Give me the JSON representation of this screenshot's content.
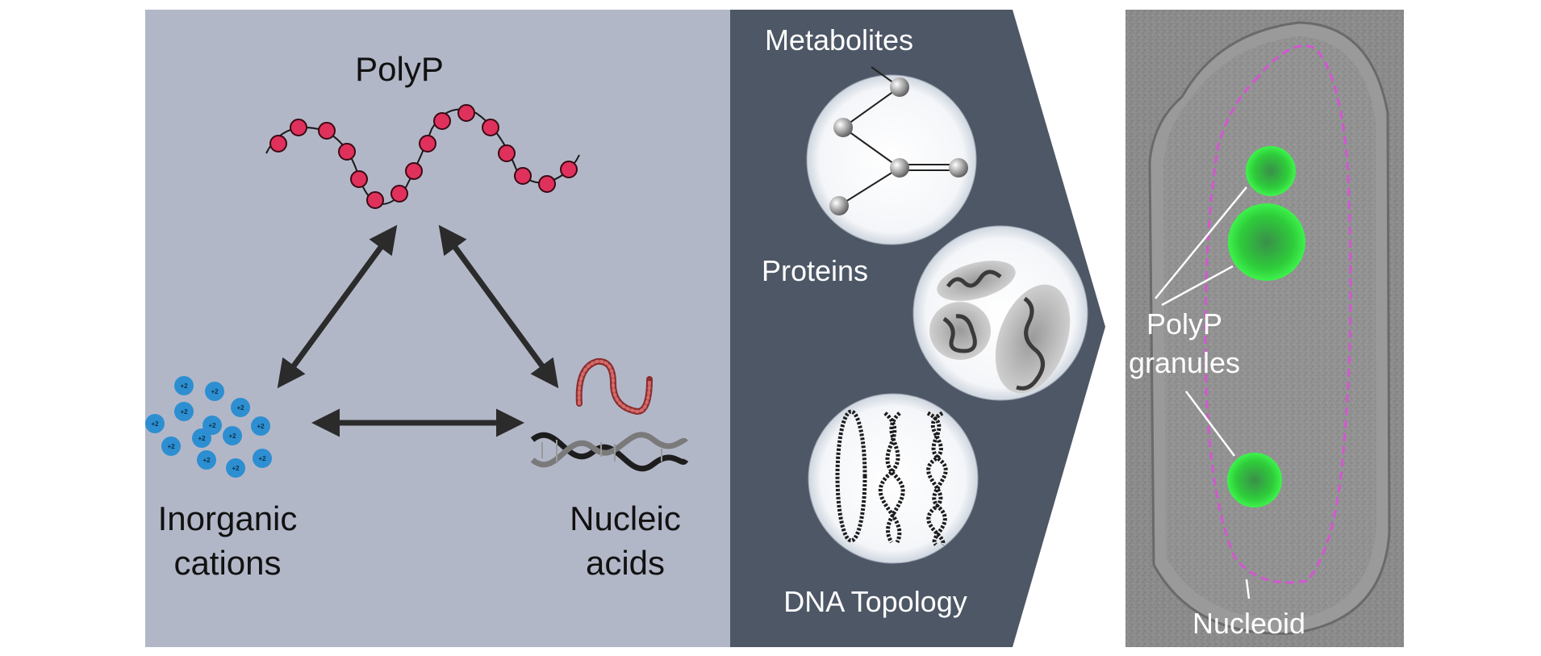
{
  "left_panel": {
    "bg_color": "#b2b7c8",
    "polyp_label": "PolyP",
    "inorganic_label_line1": "Inorganic",
    "inorganic_label_line2": "cations",
    "nucleic_label_line1": "Nucleic",
    "nucleic_label_line2": "acids",
    "ion_charge": "+2",
    "polyp_bead_color": "#e0315c",
    "ion_color": "#2d8fd1",
    "arrow_color": "#2b2b2b"
  },
  "middle_panel": {
    "bg_color": "#4e5766",
    "metabolites_label": "Metabolites",
    "proteins_label": "Proteins",
    "dna_label": "DNA Topology"
  },
  "right_panel": {
    "granules_label_line1": "PolyP",
    "granules_label_line2": "granules",
    "nucleoid_label": "Nucleoid",
    "granule_color": "#2ecc3a",
    "nucleoid_outline_color": "#d455d2"
  }
}
